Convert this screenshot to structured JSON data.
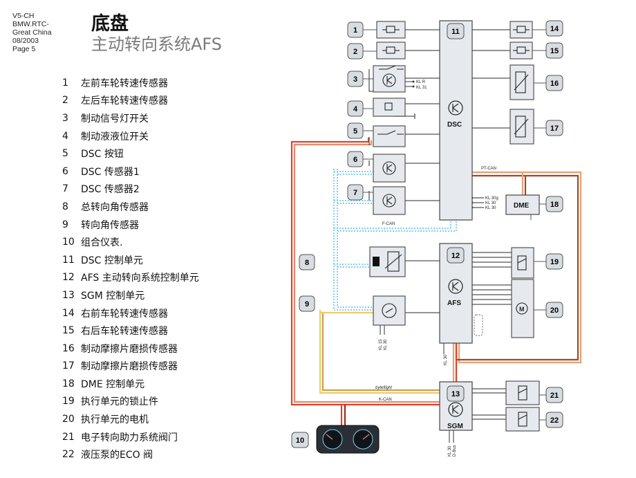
{
  "meta": [
    "V5-CH",
    "BMW.RTC-",
    "Great China",
    "08/2003",
    "Page 5"
  ],
  "title": "底盘",
  "subtitle": "主动转向系统AFS",
  "legend": [
    {
      "num": "1",
      "text": "左前车轮转速传感器"
    },
    {
      "num": "2",
      "text": "左后车轮转速传感器"
    },
    {
      "num": "3",
      "text": "制动信号灯开关"
    },
    {
      "num": "4",
      "text": "制动液液位开关"
    },
    {
      "num": "5",
      "text": "DSC 按钮"
    },
    {
      "num": "6",
      "text": "DSC 传感器1"
    },
    {
      "num": "7",
      "text": "DSC 传感器2"
    },
    {
      "num": "8",
      "text": "总转向角传感器"
    },
    {
      "num": "9",
      "text": "转向角传感器"
    },
    {
      "num": "10",
      "text": "组合仪表."
    },
    {
      "num": "11",
      "text": "DSC 控制单元"
    },
    {
      "num": "12",
      "text": "AFS 主动转向系统控制单元"
    },
    {
      "num": "13",
      "text": "SGM 控制单元"
    },
    {
      "num": "14",
      "text": "右前车轮转速传感器"
    },
    {
      "num": "15",
      "text": "右后车轮转速传感器"
    },
    {
      "num": "16",
      "text": "制动摩擦片磨损传感器"
    },
    {
      "num": "17",
      "text": "制动摩擦片磨损传感器"
    },
    {
      "num": "18",
      "text": "DME 控制单元"
    },
    {
      "num": "19",
      "text": "执行单元的锁止件"
    },
    {
      "num": "20",
      "text": "执行单元的电机"
    },
    {
      "num": "21",
      "text": "电子转向助力系统阀门"
    },
    {
      "num": "22",
      "text": "液压泵的ECO 阀"
    }
  ],
  "diagram": {
    "units": {
      "dsc": "DSC",
      "afs": "AFS",
      "sgm": "SGM",
      "dme": "DME"
    },
    "badges": {
      "b1": "1",
      "b2": "2",
      "b3": "3",
      "b4": "4",
      "b5": "5",
      "b6": "6",
      "b7": "7",
      "b8": "8",
      "b9": "9",
      "b10": "10",
      "b11": "11",
      "b12": "12",
      "b13": "13",
      "b14": "14",
      "b15": "15",
      "b16": "16",
      "b17": "17",
      "b18": "18",
      "b19": "19",
      "b20": "20",
      "b21": "21",
      "b22": "22"
    },
    "bus_labels": {
      "pt_can": "PT-CAN",
      "f_can": "F-CAN",
      "k_can": "K-CAN",
      "byteflight": "byteflight"
    },
    "terminals": {
      "kl_r": "KL R",
      "kl_31": "KL 31",
      "dsc_kl30g": "KL 30g",
      "dsc_kl30a": "KL 30",
      "dsc_kl30b": "KL 30",
      "afs_kl30": "KL 30",
      "sgm_kl30": "KL 30",
      "sgm_dbus": "D-Bus",
      "sas_kl15": "KL 15",
      "sas_kl30": "KL 30"
    },
    "colors": {
      "pt_can": "#e8a070",
      "k_can": "#d9432b",
      "byteflight": "#f2c96b",
      "f_can": "#7fd0e8",
      "unit_fill": "#e6eaee",
      "badge_fill": "#d8dde1"
    }
  }
}
